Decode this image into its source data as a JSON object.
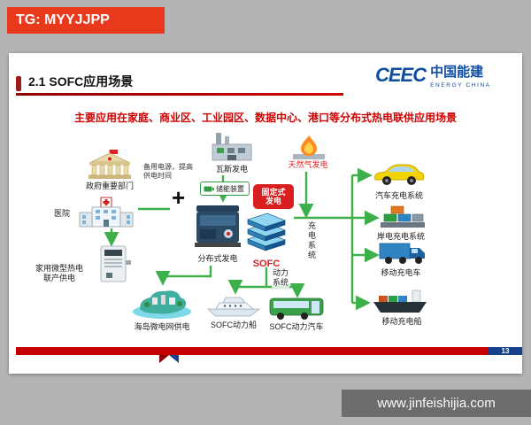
{
  "overlays": {
    "tg_badge": "TG: MYYJJPP",
    "site_watermark": "www.jinfeishijia.com"
  },
  "slide": {
    "title": "2.1 SOFC应用场景",
    "logo": {
      "brand": "CEEC",
      "brand_cn": "中国能建",
      "brand_en": "ENERGY CHINA"
    },
    "subtitle": "主要应用在家庭、商业区、工业园区、数据中心、港口等分布式热电联供应用场景",
    "page_number": "13"
  },
  "diagram": {
    "gov": "政府重要部门",
    "hospital": "医院",
    "backup_note1": "备用电源，提高",
    "backup_note2": "供电时间",
    "gas_power": "瓦斯发电",
    "natural_gas_power": "天然气发电",
    "storage": "储能装置",
    "fixed_gen1": "固定式",
    "fixed_gen2": "发电",
    "dist_gen": "分布式发电",
    "sofc": "SOFC",
    "plus": "+",
    "charging_system": "充电系统",
    "power_system1": "动力",
    "power_system2": "系统",
    "car_charging": "汽车充电系统",
    "shore_charging": "岸电充电系统",
    "mobile_truck": "移动充电车",
    "mobile_ship": "移动充电船",
    "island": "海岛微电网供电",
    "sofc_boat": "SOFC动力船",
    "sofc_bus": "SOFC动力汽车",
    "home_chp1": "家用微型热电",
    "home_chp2": "联产供电"
  },
  "colors": {
    "arrow_green": "#3db04b",
    "accent_red": "#c40000",
    "brand_blue": "#0d4ea2"
  }
}
